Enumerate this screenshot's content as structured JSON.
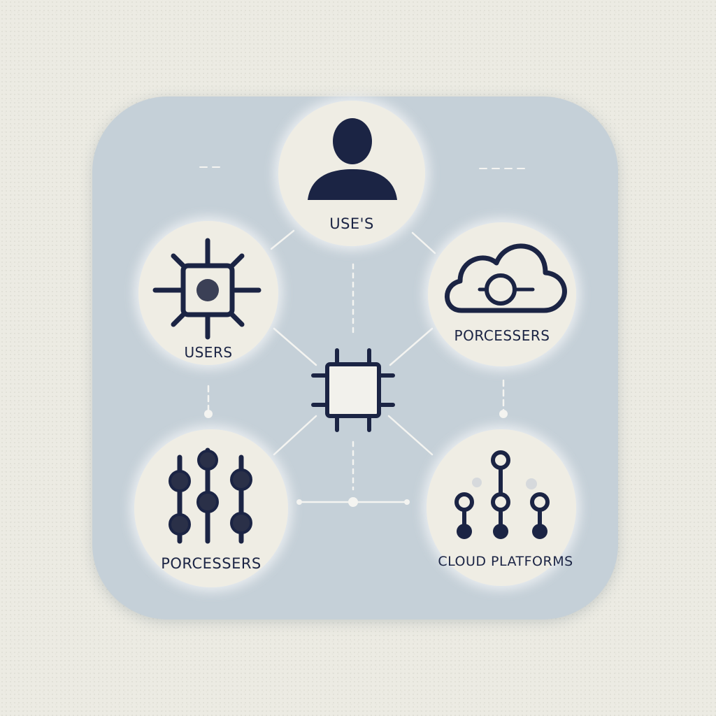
{
  "diagram": {
    "nodes": {
      "top": {
        "label": "USE'S",
        "icon": "user-icon"
      },
      "left": {
        "label": "USERS",
        "icon": "processor-chip-icon"
      },
      "right": {
        "label": "PORCESSERS",
        "icon": "cloud-icon"
      },
      "bottom_left": {
        "label": "PORCESSERS",
        "icon": "sliders-icon"
      },
      "bottom_right": {
        "label": "CLOUD PLATFORMS",
        "icon": "network-nodes-icon"
      }
    },
    "center": {
      "icon": "chip-icon"
    }
  },
  "colors": {
    "background": "#ecebe3",
    "panel": "#c5d0d8",
    "node_fill": "#efede4",
    "ink": "#1b2444",
    "connector": "#f4f4f1"
  }
}
